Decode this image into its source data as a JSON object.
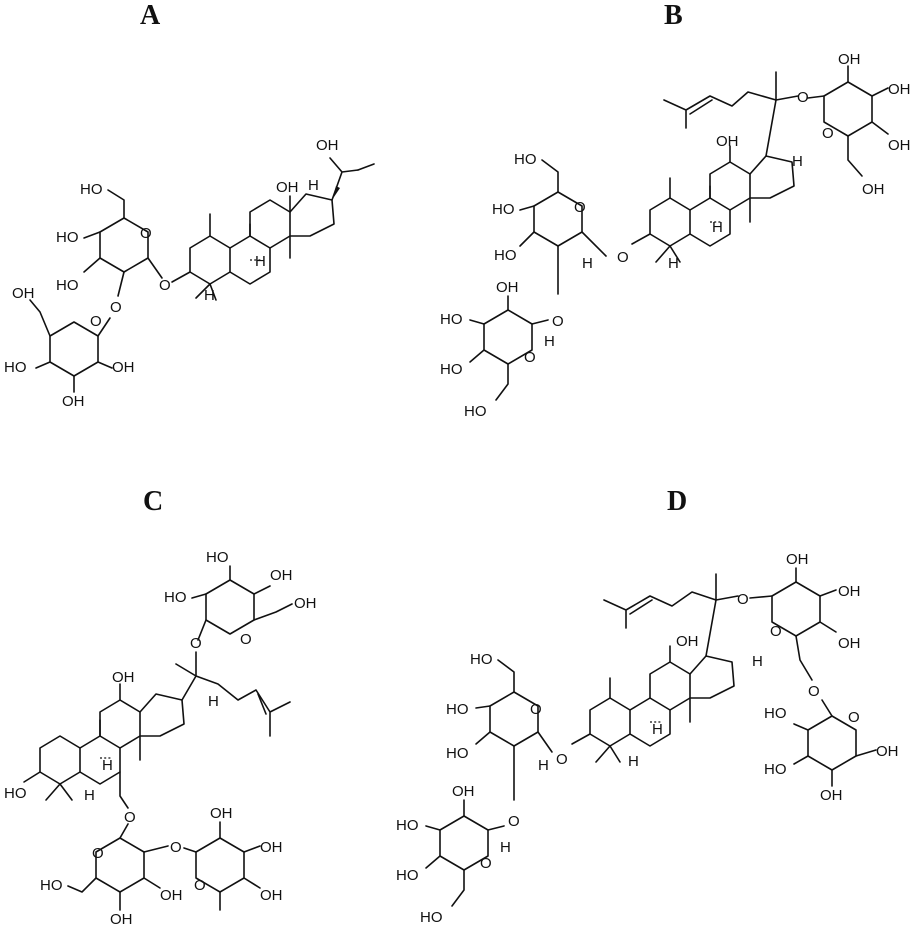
{
  "panels": {
    "A": {
      "letter": "A"
    },
    "B": {
      "letter": "B"
    },
    "C": {
      "letter": "C"
    },
    "D": {
      "letter": "D"
    }
  },
  "atom_labels": {
    "OH": "OH",
    "HO": "HO",
    "O": "O",
    "H": "H"
  }
}
